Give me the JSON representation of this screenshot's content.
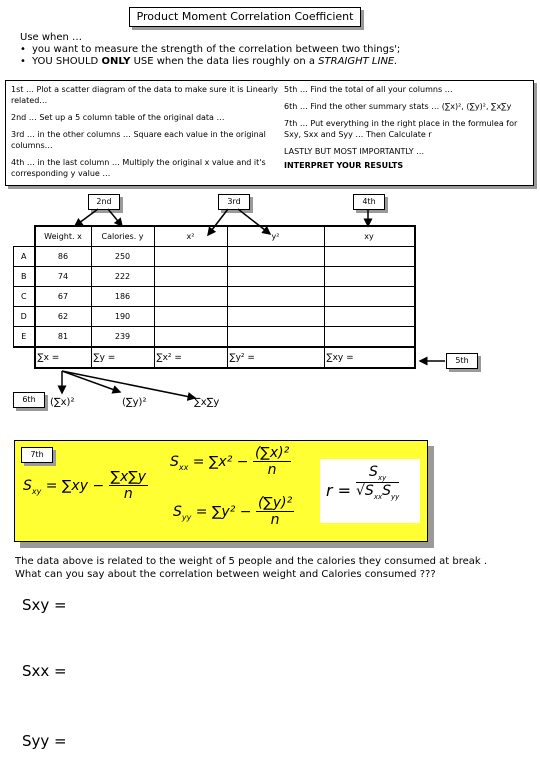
{
  "title": "Product Moment Correlation Coefficient",
  "intro": {
    "line1": "Use when …",
    "bullet1": "you want to measure the strength of the correlation between two things';",
    "bullet2_pre": "YOU SHOULD ",
    "bullet2_bold": "ONLY",
    "bullet2_mid": " USE when the data lies roughly on a ",
    "bullet2_italic": "STRAIGHT LINE."
  },
  "steps_left": [
    "1st … Plot a scatter diagram of the data to make sure it is Linearly related…",
    "2nd … Set up a 5 column table of the original data …",
    "3rd … in the other columns … Square each value in the original columns…",
    "4th … in the last column … Multiply the original x value and it's corresponding y value …"
  ],
  "steps_right": [
    "5th … Find the total of all your columns …",
    "6th … Find the other summary stats … (∑x)², (∑y)², ∑x∑y",
    "7th … Put everything in the right place in the formulea for Sxy, Sxx and Syy … Then Calculate r",
    "LASTLY BUT MOST IMPORTANTLY …",
    "INTERPRET YOUR RESULTS"
  ],
  "tags": {
    "t2": "2nd",
    "t3": "3rd",
    "t4": "4th",
    "t5": "5th",
    "t6": "6th",
    "t7": "7th"
  },
  "table": {
    "headers": [
      "Weight. x",
      "Calories. y",
      "x²",
      "y²",
      "xy"
    ],
    "rows": [
      {
        "label": "A",
        "x": "86",
        "y": "250"
      },
      {
        "label": "B",
        "x": "74",
        "y": "222"
      },
      {
        "label": "C",
        "x": "67",
        "y": "186"
      },
      {
        "label": "D",
        "x": "62",
        "y": "190"
      },
      {
        "label": "E",
        "x": "81",
        "y": "239"
      }
    ],
    "sums": [
      "∑x =",
      "∑y =",
      "∑x² =",
      "∑y² =",
      "∑xy ="
    ]
  },
  "summary_stats": [
    "(∑x)²",
    "(∑y)²",
    "∑x∑y"
  ],
  "question": [
    "The data above is related to the weight of 5 people and the calories they consumed at break .",
    "What can you say about the correlation between weight and Calories consumed ???"
  ],
  "answers": [
    "Sxy =",
    "Sxx =",
    "Syy ="
  ]
}
